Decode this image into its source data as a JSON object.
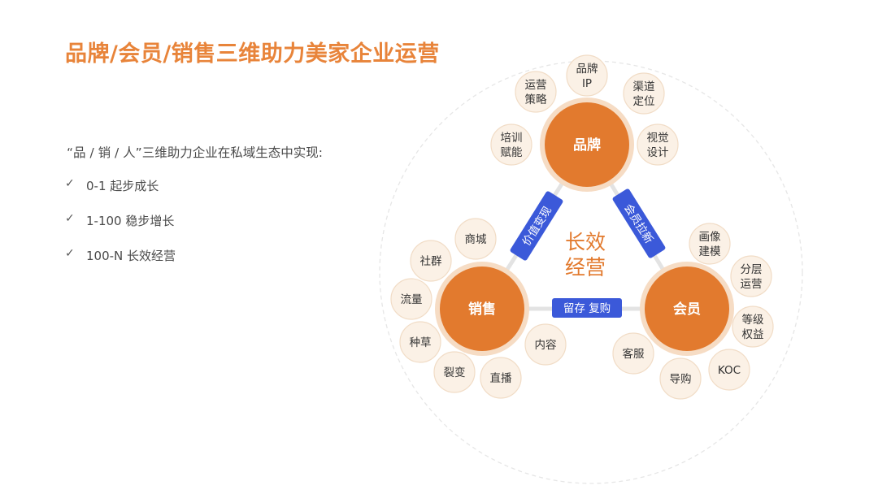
{
  "title": "品牌/会员/销售三维助力美家企业运营",
  "intro": "“品 / 销 / 人”三维助力企业在私域生态中实现:",
  "checklist": [
    {
      "icon": "check-icon",
      "text": "0-1 起步成长"
    },
    {
      "icon": "check-icon",
      "text": "1-100 稳步增长"
    },
    {
      "icon": "check-icon",
      "text": "100-N 长效经营"
    }
  ],
  "colors": {
    "title": "#e8843a",
    "hub_fill": "#e27a2e",
    "hub_ring": "#f6dcc4",
    "satellite_fill": "#fbf1e6",
    "satellite_stroke": "#f1dcc6",
    "label_fill": "#3b59d9",
    "center_text": "#e27a2e"
  },
  "diagram": {
    "center_lines": [
      "长效",
      "经营"
    ],
    "hubs": {
      "brand": {
        "label": "品牌",
        "satellites": [
          [
            "运营",
            "策略"
          ],
          [
            "品牌",
            "IP"
          ],
          [
            "渠道",
            "定位"
          ],
          [
            "培训",
            "赋能"
          ],
          [
            "视觉",
            "设计"
          ]
        ]
      },
      "sales": {
        "label": "销售",
        "satellites": [
          [
            "商城"
          ],
          [
            "社群"
          ],
          [
            "流量"
          ],
          [
            "种草"
          ],
          [
            "裂变"
          ],
          [
            "直播"
          ],
          [
            "内容"
          ]
        ]
      },
      "member": {
        "label": "会员",
        "satellites": [
          [
            "画像",
            "建模"
          ],
          [
            "分层",
            "运营"
          ],
          [
            "等级",
            "权益"
          ],
          [
            "KOC"
          ],
          [
            "导购"
          ],
          [
            "客服"
          ]
        ]
      }
    },
    "links": {
      "brand_sales": "价值变现",
      "brand_member": "会员拉新",
      "sales_member": "留存 复购"
    }
  }
}
